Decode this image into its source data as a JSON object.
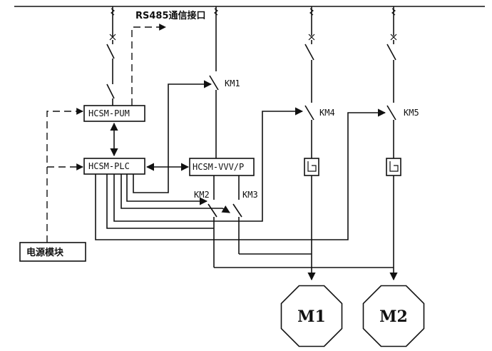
{
  "diagram": {
    "rs485_label": "RS485通信接口",
    "pum_label": "HCSM-PUM",
    "plc_label": "HCSM-PLC",
    "vvvp_label": "HCSM-VVV/P",
    "power_label": "电源模块",
    "km1": "KM1",
    "km2": "KM2",
    "km3": "KM3",
    "km4": "KM4",
    "km5": "KM5",
    "m1": "M1",
    "m2": "M2"
  }
}
